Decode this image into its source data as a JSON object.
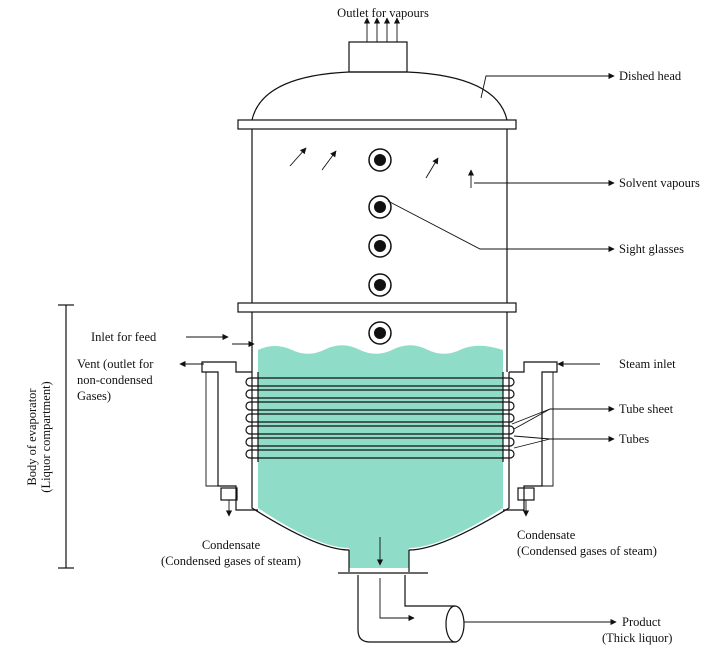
{
  "colors": {
    "liquid": "#8fdcc8",
    "line": "#111111",
    "background": "#ffffff"
  },
  "labels": {
    "outlet_vapours": "Outlet for vapours",
    "dished_head": "Dished head",
    "solvent_vapours": "Solvent vapours",
    "sight_glasses": "Sight glasses",
    "inlet_feed": "Inlet for feed",
    "vent_line1": "Vent (outlet for",
    "vent_line2": "non-condensed",
    "vent_line3": "Gases)",
    "steam_inlet": "Steam inlet",
    "tube_sheet": "Tube sheet",
    "tubes": "Tubes",
    "body_line1": "Body of evaporator",
    "body_line2": "(Liquor compartment)",
    "condensate_left_1": "Condensate",
    "condensate_left_2": "(Condensed gases of steam)",
    "condensate_right_1": "Condensate",
    "condensate_right_2": "(Condensed gases of steam)",
    "product_1": "Product",
    "product_2": "(Thick liquor)"
  }
}
